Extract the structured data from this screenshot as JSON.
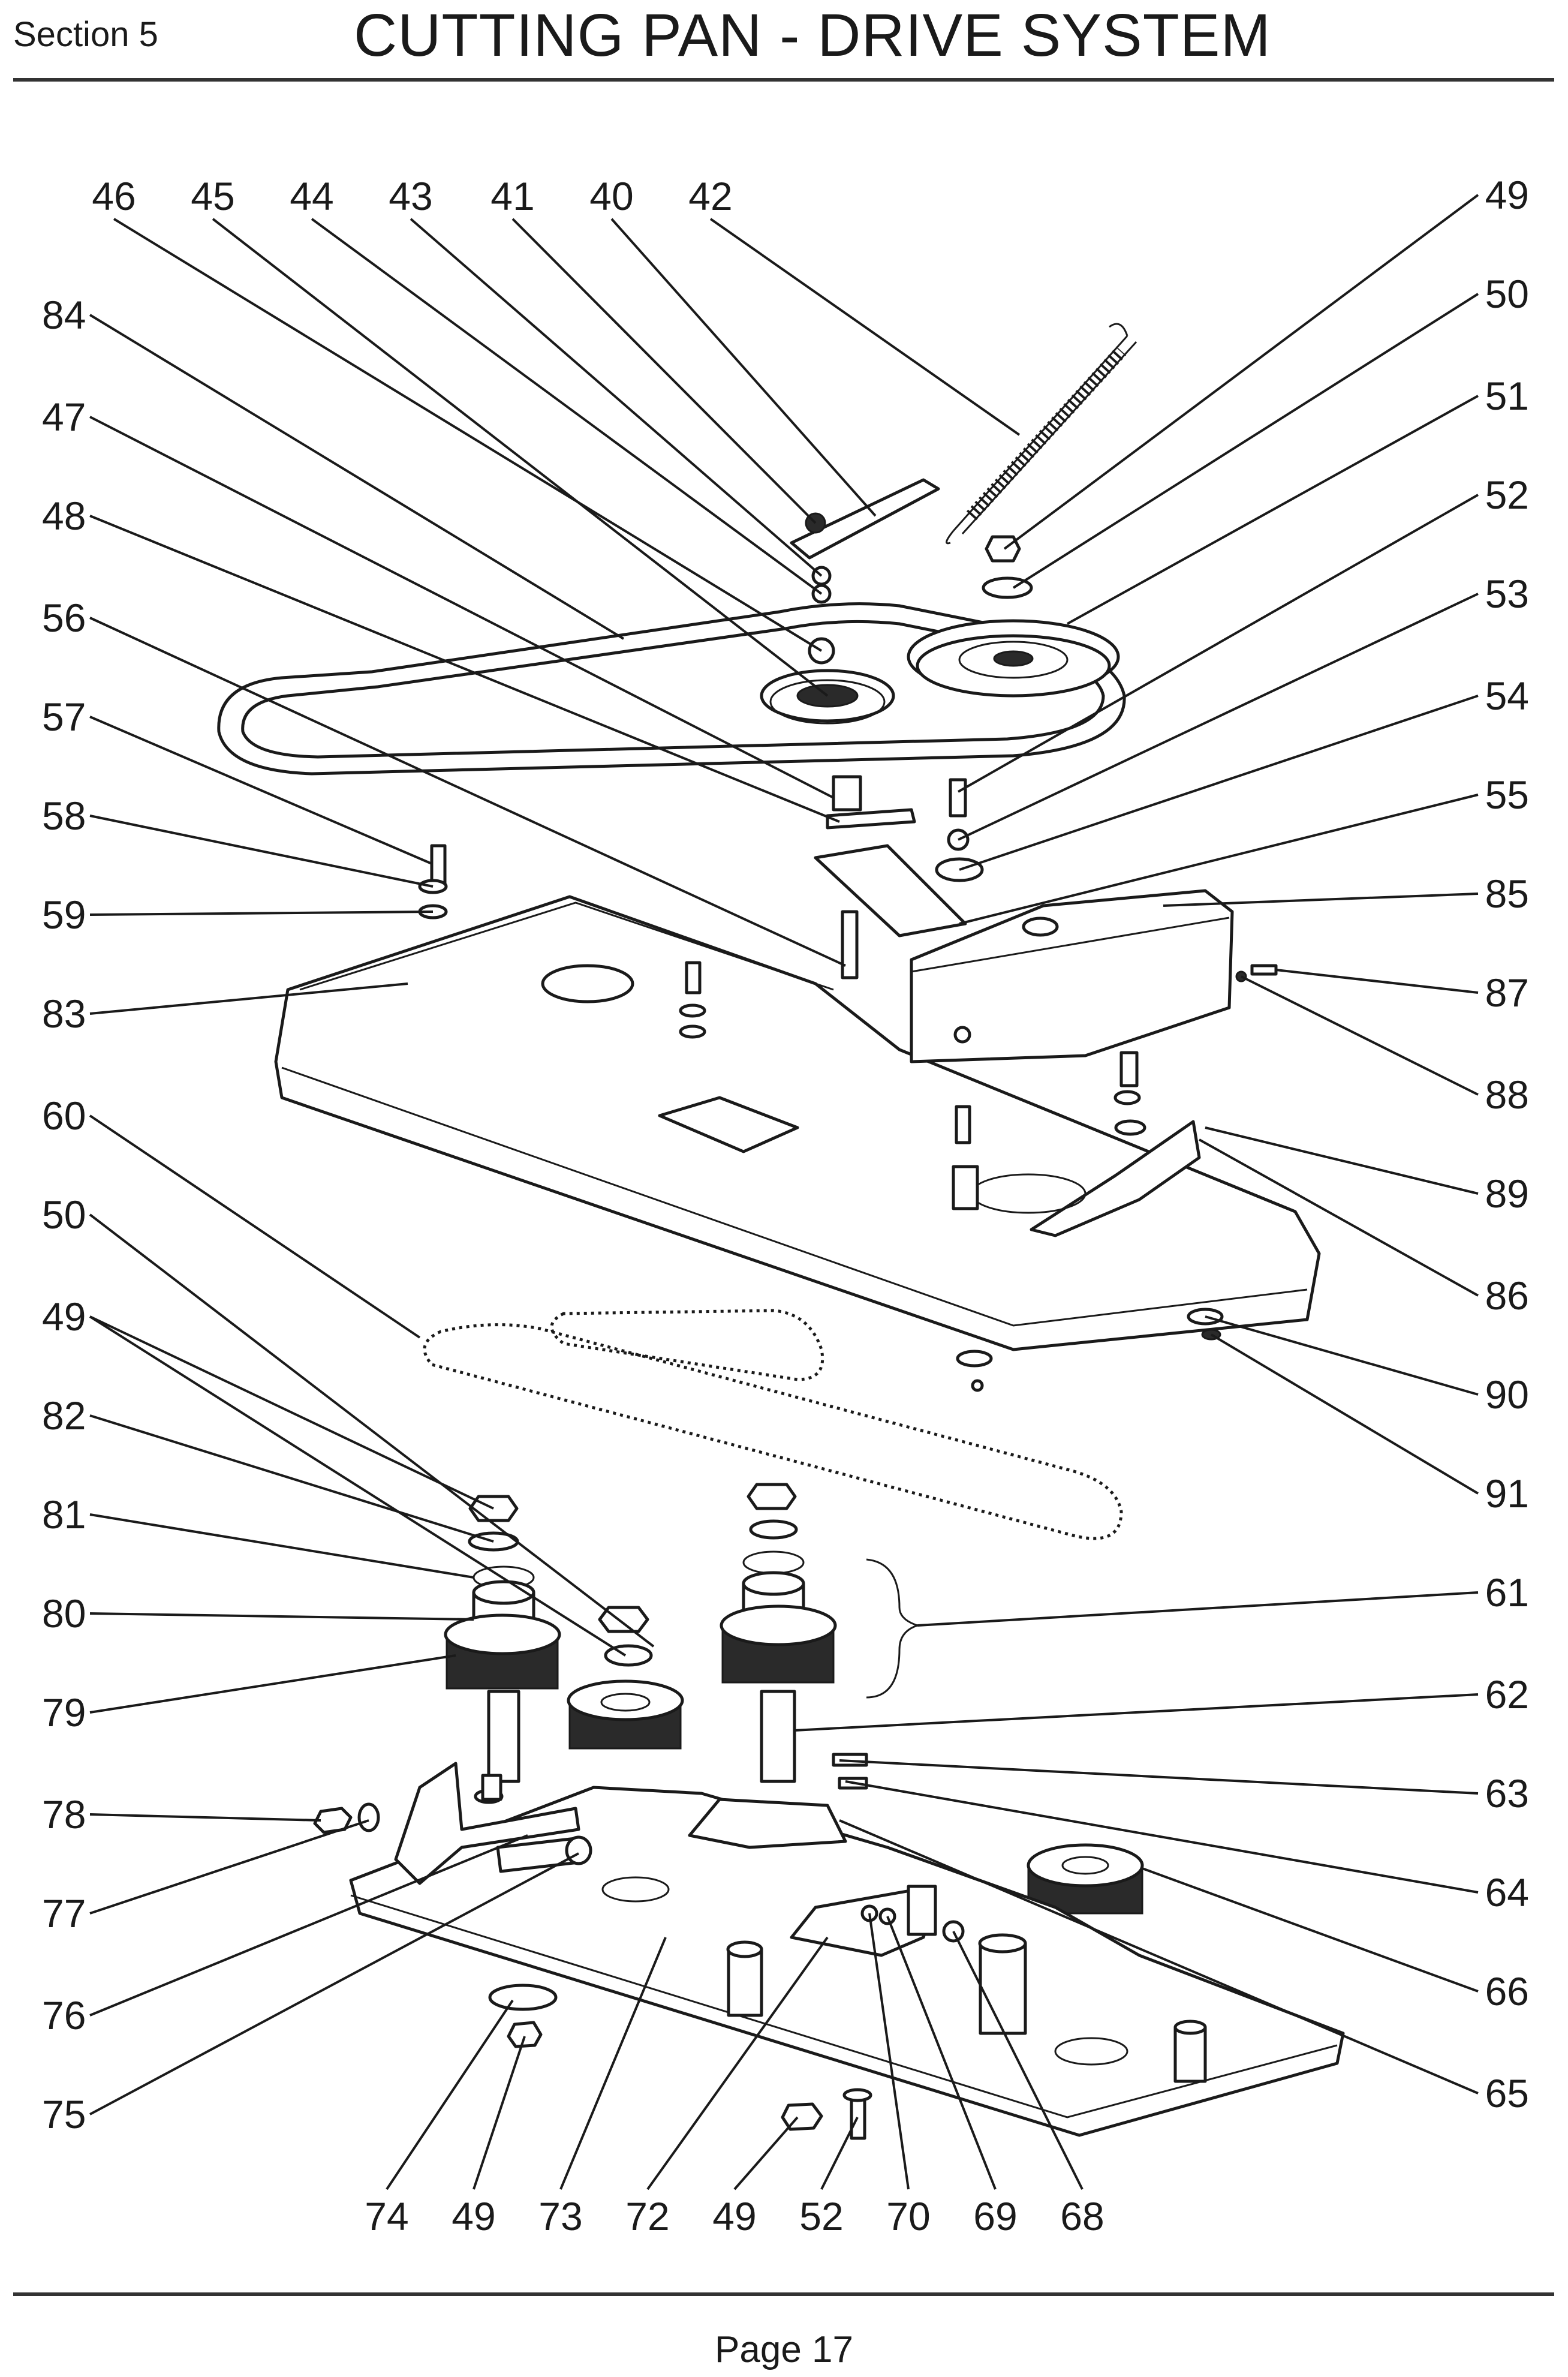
{
  "header": {
    "section": "Section 5",
    "title": "CUTTING PAN - DRIVE SYSTEM"
  },
  "footer": {
    "page": "Page 17"
  },
  "callouts": {
    "top_row": [
      "46",
      "45",
      "44",
      "43",
      "41",
      "40",
      "42"
    ],
    "left_column": [
      "84",
      "47",
      "48",
      "56",
      "57",
      "58",
      "59",
      "83",
      "60",
      "50",
      "49",
      "82",
      "81",
      "80",
      "79",
      "78",
      "77",
      "76",
      "75"
    ],
    "right_column": [
      "49",
      "50",
      "51",
      "52",
      "53",
      "54",
      "55",
      "85",
      "87",
      "88",
      "89",
      "86",
      "90",
      "91",
      "61",
      "62",
      "63",
      "64",
      "66",
      "65"
    ],
    "bottom_row": [
      "74",
      "49",
      "73",
      "72",
      "49",
      "52",
      "70",
      "69",
      "68"
    ]
  }
}
